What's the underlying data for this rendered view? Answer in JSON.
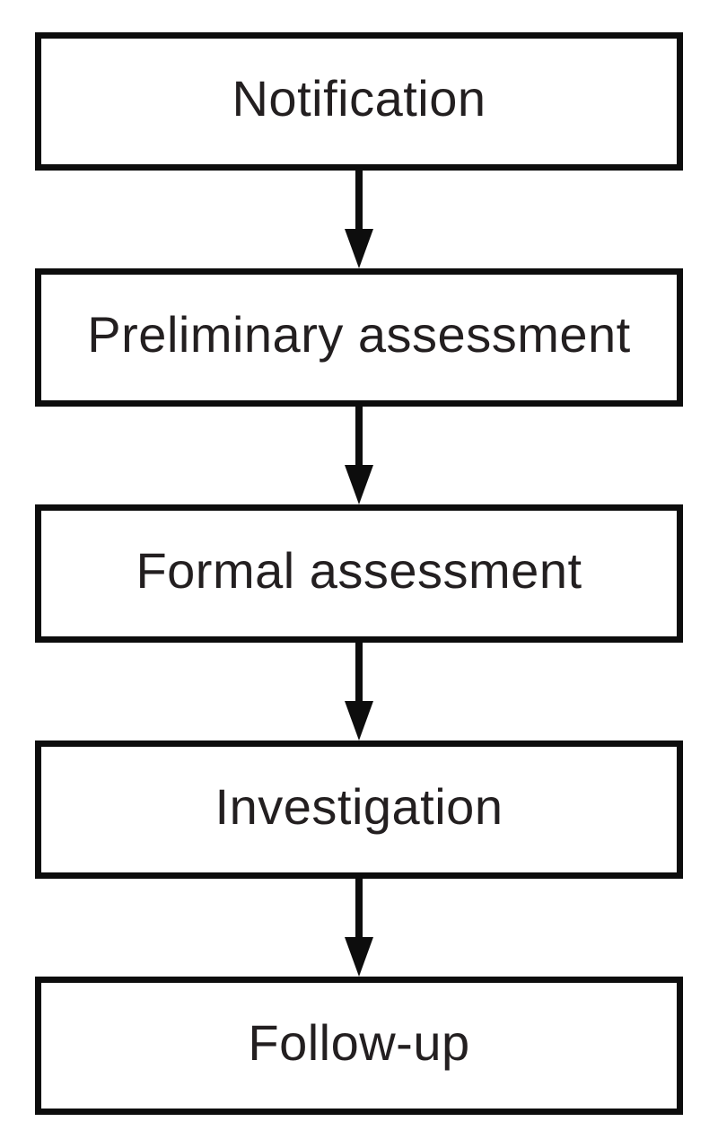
{
  "diagram": {
    "type": "flowchart",
    "direction": "top-to-bottom",
    "steps": [
      {
        "label": "Notification"
      },
      {
        "label": "Preliminary assessment"
      },
      {
        "label": "Formal assessment"
      },
      {
        "label": "Investigation"
      },
      {
        "label": "Follow-up"
      }
    ],
    "connectors": [
      {
        "from": "Notification",
        "to": "Preliminary assessment",
        "style": "arrow-down"
      },
      {
        "from": "Preliminary assessment",
        "to": "Formal assessment",
        "style": "arrow-down"
      },
      {
        "from": "Formal assessment",
        "to": "Investigation",
        "style": "arrow-down"
      },
      {
        "from": "Investigation",
        "to": "Follow-up",
        "style": "arrow-down"
      }
    ],
    "colors": {
      "background": "#ffffff",
      "box_border": "#0d0d0d",
      "box_fill": "#ffffff",
      "text": "#231f20",
      "arrow": "#0d0d0d"
    }
  }
}
